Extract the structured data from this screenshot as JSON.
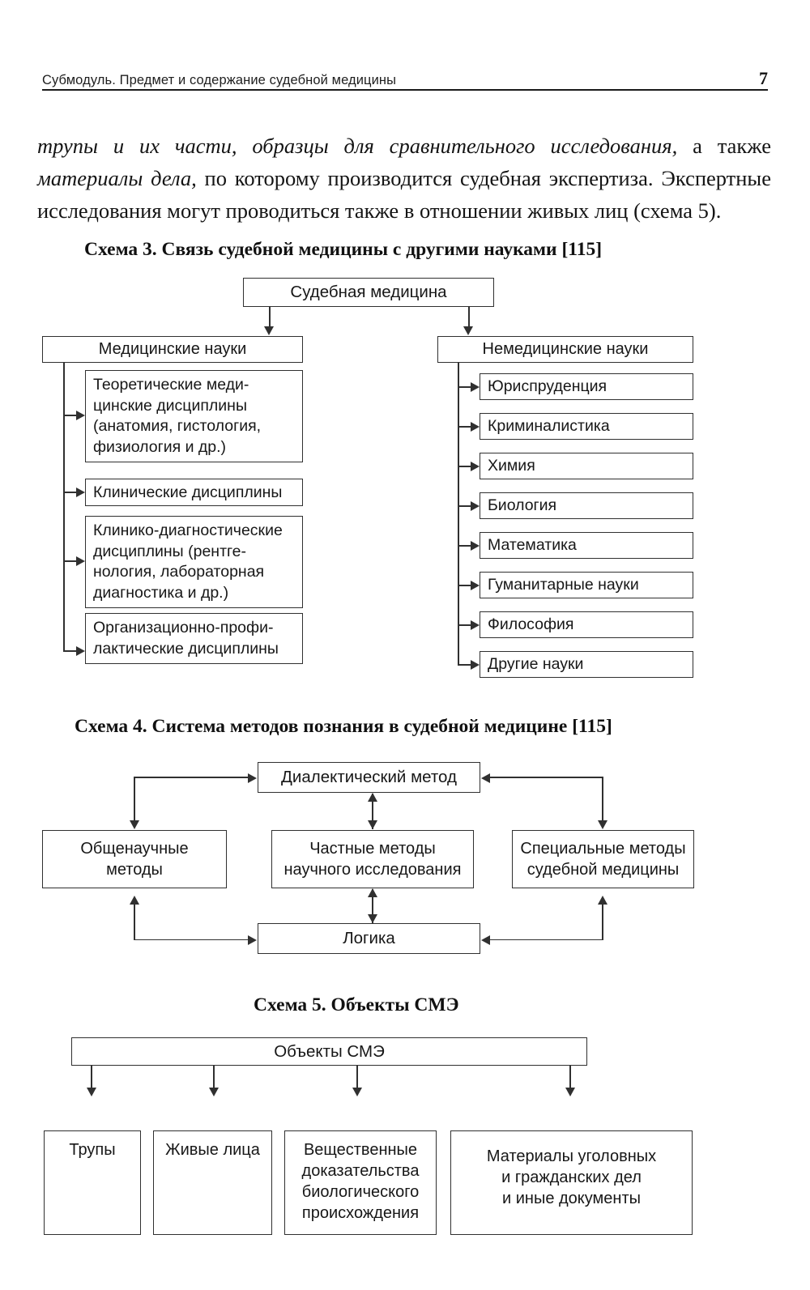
{
  "running_head": {
    "title": "Субмодуль. Предмет и содержание судебной медицины",
    "page_number": "7"
  },
  "body": {
    "paragraph_parts": {
      "italic_1": "трупы и их части, образцы для сравнительного исследования,",
      "plain_1": " а также ",
      "italic_2": "материалы дела,",
      "plain_2": " по которому производится судебная экспертиза. Экспертные исследования могут проводиться также в отношении живых лиц (схема 5)."
    }
  },
  "scheme3": {
    "caption": "Схема 3. Связь судебной медицины с другими науками [115]",
    "root": "Судебная медицина",
    "left_branch": {
      "header": "Медицинские науки",
      "items": [
        "Теоретические меди-\nцинские дисциплины\n(анатомия, гистология,\nфизиология и др.)",
        "Клинические дисциплины",
        "Клинико-диагностические\nдисциплины (рентге-\nнология, лабораторная\nдиагностика и др.)",
        "Организационно-профи-\nлактические дисциплины"
      ]
    },
    "right_branch": {
      "header": "Немедицинские науки",
      "items": [
        "Юриспруденция",
        "Криминалистика",
        "Химия",
        "Биология",
        "Математика",
        "Гуманитарные науки",
        "Философия",
        "Другие науки"
      ]
    }
  },
  "scheme4": {
    "caption": "Схема 4. Система методов познания в судебной медицине [115]",
    "nodes": {
      "top": "Диалектический метод",
      "left": "Общенаучные\nметоды",
      "center": "Частные методы\nнаучного исследования",
      "right": "Специальные методы\nсудебной медицины",
      "bottom": "Логика"
    }
  },
  "scheme5": {
    "caption": "Схема 5. Объекты СМЭ",
    "root": "Объекты СМЭ",
    "items": [
      "Трупы",
      "Живые лица",
      "Вещественные\nдоказательства\nбиологического\nпроисхождения",
      "Материалы уголовных\nи гражданских дел\nи иные документы"
    ]
  },
  "colors": {
    "ink": "#1c1c1c",
    "stroke": "#303030",
    "paper": "#ffffff"
  }
}
